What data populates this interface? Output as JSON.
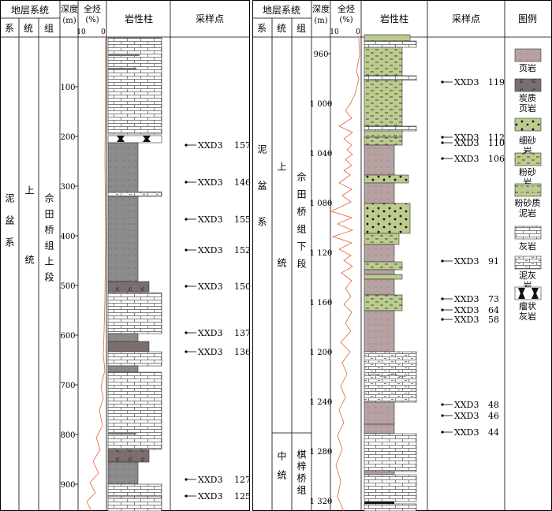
{
  "header": {
    "stratigraphy": "地层系统",
    "system": "系",
    "series": "统",
    "formation": "组",
    "depth": "深度",
    "depth_unit": "(m)",
    "hydrocarbon": "全烃",
    "hydrocarbon_unit": "(%)",
    "scale_max": "10",
    "scale_min": "0",
    "lithology_column": "岩性柱",
    "sampling_points": "采样点",
    "legend": "图例"
  },
  "left_panel": {
    "system": "泥盆系",
    "series": "上统",
    "formation": "佘田桥组上段",
    "depth_ticks": [
      "100",
      "200",
      "300",
      "400",
      "500",
      "600",
      "700",
      "800",
      "900"
    ],
    "samples": [
      {
        "label": "XXD3",
        "number": "157"
      },
      {
        "label": "XXD3",
        "number": "146"
      },
      {
        "label": "XXD3",
        "number": "155"
      },
      {
        "label": "XXD3",
        "number": "152"
      },
      {
        "label": "XXD3",
        "number": "150"
      },
      {
        "label": "XXD3",
        "number": "137"
      },
      {
        "label": "XXD3",
        "number": "136"
      },
      {
        "label": "XXD3",
        "number": "127"
      },
      {
        "label": "XXD3",
        "number": "125"
      }
    ]
  },
  "right_panel": {
    "system": "泥盆系",
    "series_upper": "上统",
    "formation_upper": "佘田桥组下段",
    "series_middle": "中统",
    "formation_middle": "棋梓桥组",
    "depth_ticks": [
      "960",
      "1 000",
      "1 040",
      "1 080",
      "1 120",
      "1 160",
      "1 200",
      "1 240",
      "1 280",
      "1 320"
    ],
    "samples": [
      {
        "label": "XXD3",
        "number": "119"
      },
      {
        "label": "XXD3",
        "number": "112"
      },
      {
        "label": "XXD3",
        "number": "110"
      },
      {
        "label": "XXD3",
        "number": "106"
      },
      {
        "label": "XXD3",
        "number": "91"
      },
      {
        "label": "XXD3",
        "number": "73"
      },
      {
        "label": "XXD3",
        "number": "64"
      },
      {
        "label": "XXD3",
        "number": "58"
      },
      {
        "label": "XXD3",
        "number": "48"
      },
      {
        "label": "XXD3",
        "number": "46"
      },
      {
        "label": "XXD3",
        "number": "44"
      }
    ]
  },
  "legend": [
    {
      "name": "页岩",
      "color": "#b7a2a3"
    },
    {
      "name": "炭质页岩",
      "color": "#7b6e6f"
    },
    {
      "name": "细砂岩",
      "color": "#bccc8f"
    },
    {
      "name": "粉砂岩",
      "color": "#bccc8f"
    },
    {
      "name": "粉砂质泥岩",
      "color": "#bccc8f"
    },
    {
      "name": "灰岩",
      "color": "#ffffff"
    },
    {
      "name": "泥灰岩",
      "color": "#ffffff"
    },
    {
      "name": "瘤状灰岩",
      "color": "#ffffff"
    }
  ],
  "colors": {
    "dark_shale": "#8c8c8c",
    "shale": "#b7a2a3",
    "carbon_shale": "#7b6e6f",
    "sandstone": "#bccc8f",
    "log_curve": "#e2623b"
  }
}
